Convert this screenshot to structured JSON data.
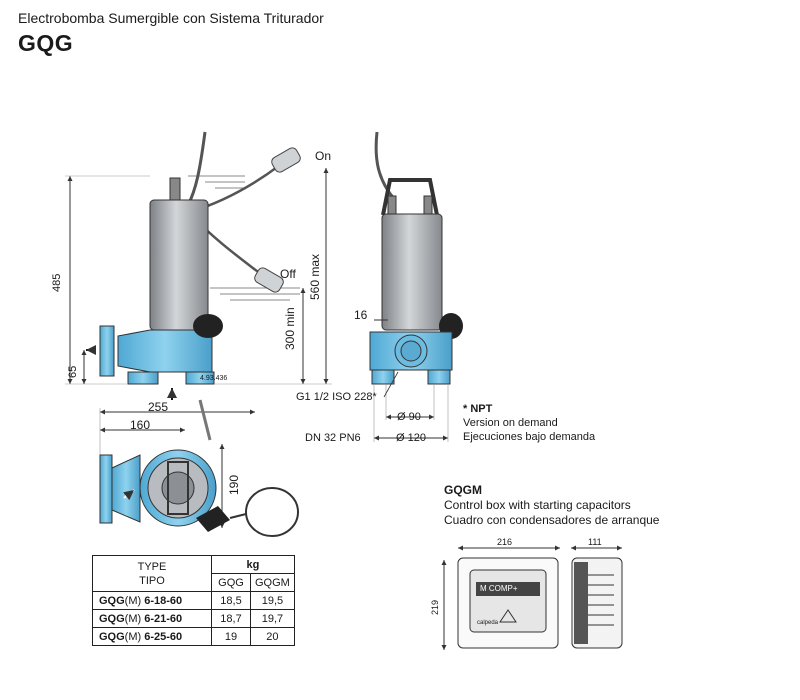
{
  "header": {
    "subtitle": "Electrobomba Sumergible con Sistema Triturador",
    "title": "GQG"
  },
  "dimensions": {
    "height_485": "485",
    "height_65": "65",
    "serial": "4.93.436",
    "switch_on": "On",
    "switch_off": "Off",
    "max_560": "560 max",
    "min_300": "300 min",
    "flange_16": "16",
    "thread": "G1 1/2  ISO 228*",
    "dia_90": "Ø 90",
    "dn": "DN 32 PN6",
    "dia_120": "Ø 120",
    "width_255": "255",
    "width_160": "160",
    "depth_190": "190",
    "box_216": "216",
    "box_111": "111",
    "box_219": "219"
  },
  "notes": {
    "npt": {
      "title": "* NPT",
      "line1": "Version on demand",
      "line2": "Ejecuciones bajo demanda"
    },
    "gqgm": {
      "title": "GQGM",
      "line1": "Control box with starting capacitors",
      "line2": "Cuadro con condensadores de arranque"
    },
    "box_brand": "M COMP+",
    "box_maker": "calpeda"
  },
  "weight_table": {
    "type_label": "TYPE",
    "tipo_label": "TIPO",
    "unit": "kg",
    "col_gqg": "GQG",
    "col_gqgm": "GQGM",
    "rows": [
      {
        "model": "GQG",
        "suffix": "(M)",
        "size": " 6-18-60",
        "gqg": "18,5",
        "gqgm": "19,5"
      },
      {
        "model": "GQG",
        "suffix": "(M)",
        "size": " 6-21-60",
        "gqg": "18,7",
        "gqgm": "19,7"
      },
      {
        "model": "GQG",
        "suffix": "(M)",
        "size": " 6-25-60",
        "gqg": "19",
        "gqgm": "20"
      }
    ]
  },
  "colors": {
    "pump_blue": "#6ec1e4",
    "motor_gray": "#a9adb1",
    "line": "#333333"
  }
}
